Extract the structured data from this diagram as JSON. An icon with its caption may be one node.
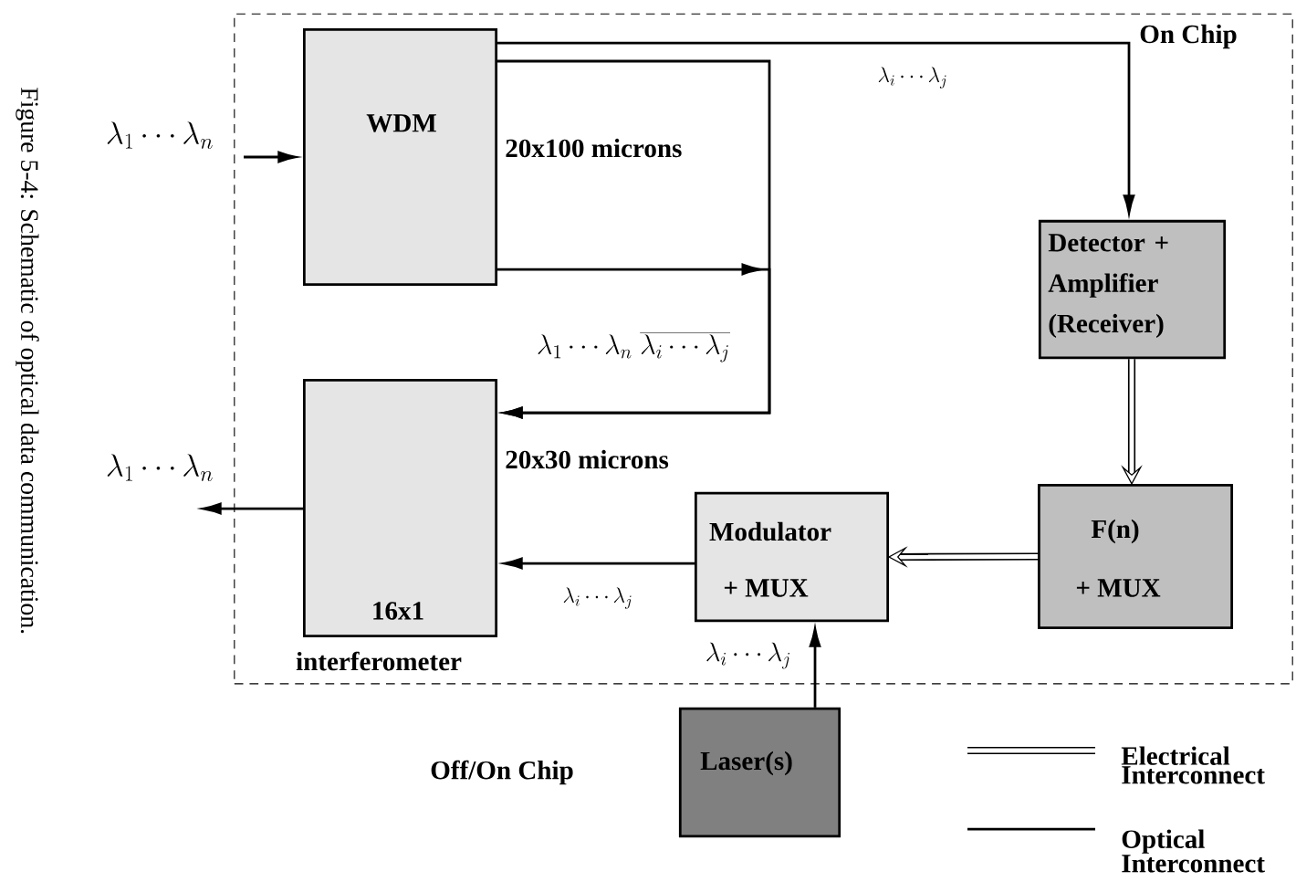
{
  "diagram": {
    "caption": "Figure 5-4: Schematic of optical data communication.",
    "nodes": [
      {
        "text": [
          "On Chip"
        ]
      },
      {
        "text": [
          "WDM"
        ],
        "beside": [
          "20x100 microns"
        ],
        "in": 0
      },
      {
        "text": [
          "Detector + Amplifier (Receiver)"
        ],
        "in": 0
      },
      {
        "text": [
          "16x1"
        ],
        "beside": [
          "20x30 microns",
          "interferometer"
        ],
        "in": 0
      },
      {
        "text": [
          "Modulator",
          "+ MUX"
        ],
        "in": 0
      },
      {
        "text": [
          "F(n)",
          "+ MUX"
        ],
        "in": 0
      },
      {
        "text": [
          "Laser(s)"
        ]
      }
    ],
    "edges": [
      {
        "from": null,
        "to": 1,
        "arrow": "to"
      },
      {
        "from": 1,
        "to": 2,
        "arrow": "to",
        "label": "\\lambda_{i}\\cdots\\lambda_{j}"
      },
      {
        "from": 1,
        "to": 3,
        "arrow": "to",
        "label": "\\lambda_{1}\\cdots\\lambda_{n}\\;\\overline{\\lambda_{i}\\cdots\\lambda_{j}}"
      },
      {
        "from": 1,
        "to": 3,
        "arrow": "to"
      },
      {
        "from": 3,
        "to": null,
        "arrow": "to"
      },
      {
        "from": 4,
        "to": 3,
        "arrow": "to",
        "label": "\\lambda_{i}\\cdots\\lambda_{j}"
      },
      {
        "from": 2,
        "to": 5,
        "arrow": "to",
        "style": "thick"
      },
      {
        "from": 5,
        "to": 4,
        "arrow": "to",
        "style": "thick"
      },
      {
        "from": 6,
        "to": 4,
        "arrow": "to",
        "label": "\\lambda_{i}\\cdots\\lambda_{j}"
      }
    ],
    "labels": [
      "\\lambda_{1}\\cdots\\lambda_{n}",
      "\\lambda_{1}\\cdots\\lambda_{n}",
      "Off/On Chip"
    ],
    "legend": [
      {
        "text": "Electrical Interconnect"
      },
      {
        "text": "Optical Interconnect"
      }
    ]
  }
}
